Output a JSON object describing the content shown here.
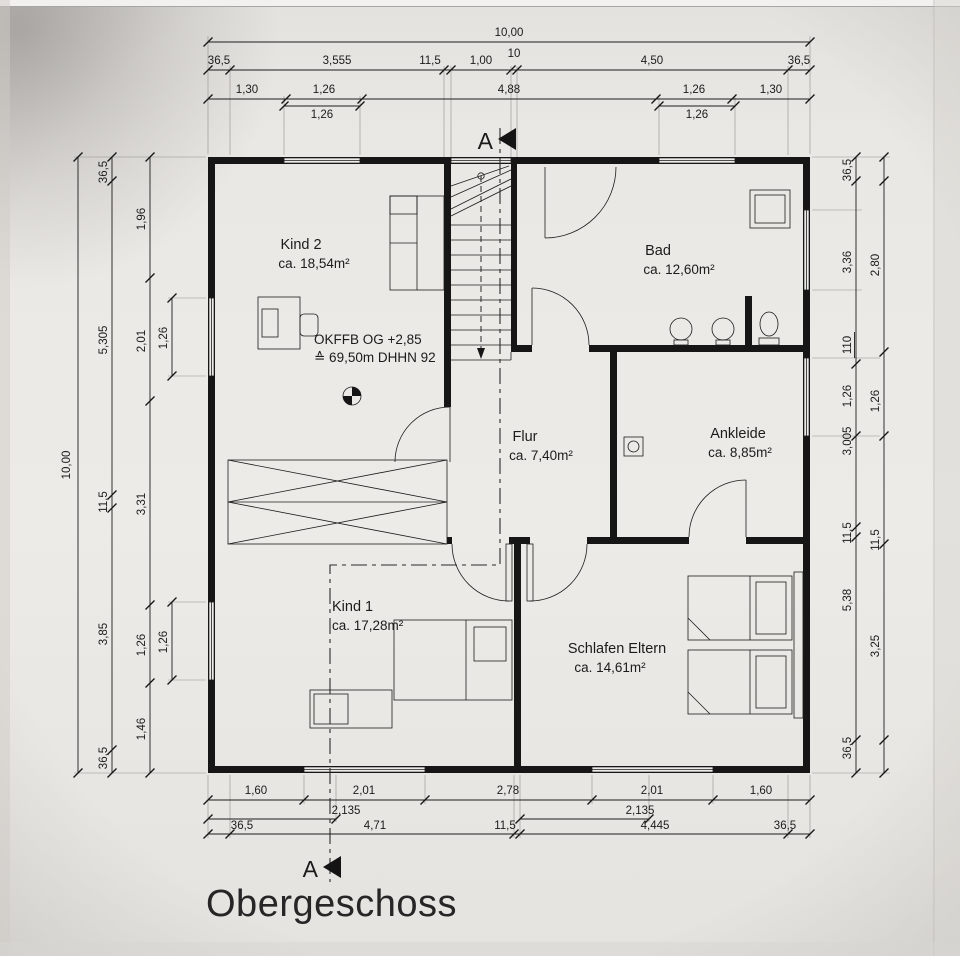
{
  "title": "Obergeschoss",
  "section_marks": {
    "top": "A",
    "bottom": "A"
  },
  "rooms": {
    "kind2": {
      "name": "Kind 2",
      "area": "ca. 18,54m²"
    },
    "bad": {
      "name": "Bad",
      "area": "ca. 12,60m²"
    },
    "flur": {
      "name": "Flur",
      "area": "ca. 7,40m²"
    },
    "ankleide": {
      "name": "Ankleide",
      "area": "ca. 8,85m²"
    },
    "kind1": {
      "name": "Kind 1",
      "area": "ca. 17,28m²"
    },
    "schlafen_eltern": {
      "name": "Schlafen Eltern",
      "area": "ca. 14,61m²"
    }
  },
  "level_note": {
    "line1": "OKFFB OG +2,85",
    "line2": "≙ 69,50m DHHN 92"
  },
  "dims": {
    "top_total": "10,00",
    "top_row2": [
      "36,5",
      "3,555",
      "11,5",
      "1,00",
      "10",
      "4,50",
      "36,5"
    ],
    "top_row3": [
      "1,30",
      "1,26",
      "4,88",
      "1,26",
      "1,30"
    ],
    "top_row4": [
      "1,26",
      "1,26"
    ],
    "left_total": "10,00",
    "left_col_a": [
      "36,5",
      "5,305",
      "11,5",
      "3,85",
      "36,5"
    ],
    "left_col_b": [
      "1,96",
      "2,01",
      "3,31",
      "1,26",
      "1,46"
    ],
    "left_col_c": [
      "1,26",
      "1,26"
    ],
    "right_col_a": [
      "36,5",
      "3,36",
      "110",
      "1,26",
      "3,005",
      "11,5",
      "5,38",
      "36,5"
    ],
    "right_col_b": [
      "2,80",
      "1,26",
      "11,5",
      "3,25"
    ],
    "bottom_row1": [
      "1,60",
      "2,01",
      "2,78",
      "2,01",
      "1,60"
    ],
    "bottom_row2": [
      "2,135",
      "2,135"
    ],
    "bottom_row3": [
      "36,5",
      "4,71",
      "11,5",
      "4,445",
      "36,5"
    ]
  },
  "colors": {
    "paper": "#ECEAE6",
    "ink": "#1A1A1A"
  }
}
